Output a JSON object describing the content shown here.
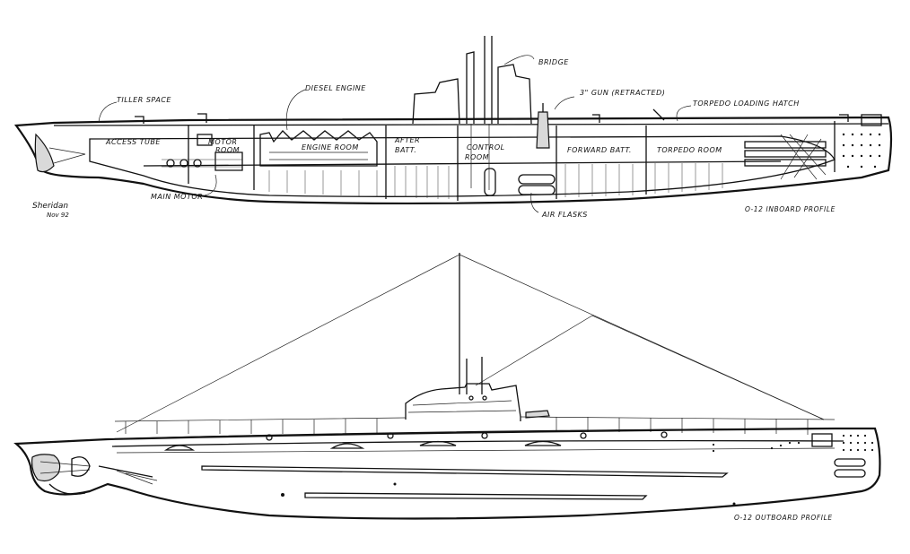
{
  "inboard": {
    "callouts": {
      "bridge": "BRIDGE",
      "gun": "3\" GUN (RETRACTED)",
      "torpedo_hatch": "TORPEDO LOADING HATCH",
      "tiller": "TILLER SPACE",
      "diesel": "DIESEL ENGINE",
      "main_motor": "MAIN MOTOR",
      "air_flasks": "AIR FLASKS"
    },
    "rooms": {
      "access_tube": "ACCESS TUBE",
      "motor_room_1": "MOTOR",
      "motor_room_2": "ROOM",
      "engine_room": "ENGINE ROOM",
      "after_batt_1": "AFTER",
      "after_batt_2": "BATT.",
      "control_room_1": "CONTROL",
      "control_room_2": "ROOM",
      "forward_batt": "FORWARD BATT.",
      "torpedo_room": "TORPEDO ROOM"
    },
    "caption": "O-12  INBOARD PROFILE"
  },
  "outboard": {
    "caption": "O-12  OUTBOARD PROFILE"
  },
  "signature": {
    "name": "Sheridan",
    "date": "Nov 92"
  }
}
